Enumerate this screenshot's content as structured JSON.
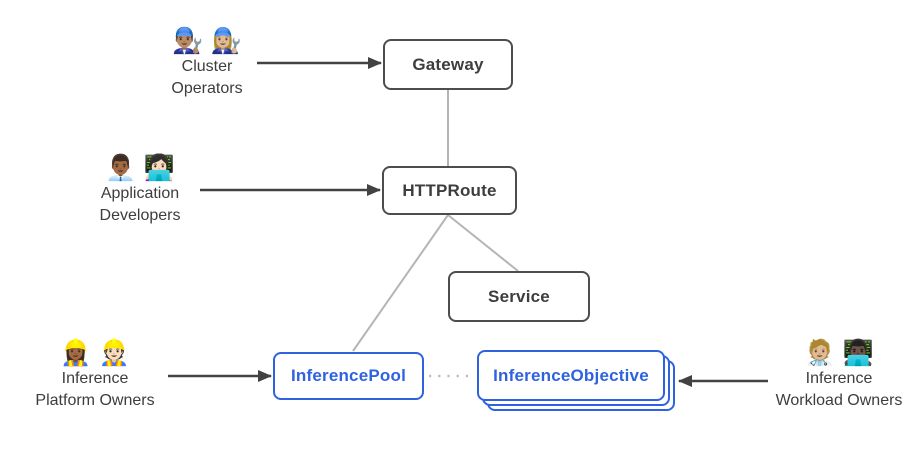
{
  "colors": {
    "resource_border": "#4d4d4d",
    "resource_text": "#3d3d3d",
    "inference_accent": "#2f62e0",
    "edge_gray": "#b5b5b5",
    "arrow_dark": "#424242",
    "background": "#ffffff"
  },
  "nodes": {
    "gateway": {
      "label": "Gateway"
    },
    "httproute": {
      "label": "HTTPRoute"
    },
    "service": {
      "label": "Service"
    },
    "inference_pool": {
      "label": "InferencePool"
    },
    "inference_objective": {
      "label": "InferenceObjective"
    }
  },
  "actors": {
    "cluster_operators": {
      "emoji": "👨🏽‍🔧 👩🏼‍🔧",
      "label_lines": [
        "Cluster",
        "Operators"
      ]
    },
    "application_developers": {
      "emoji": "👨🏾‍💼 👩🏻‍💻",
      "label_lines": [
        "Application",
        "Developers"
      ]
    },
    "inference_platform_owners": {
      "emoji": "👷🏾‍♀️ 👷🏻",
      "label_lines": [
        "Inference",
        "Platform Owners"
      ]
    },
    "inference_workload_owners": {
      "emoji": "🧑🏼‍⚕️ 👨🏿‍💻",
      "label_lines": [
        "Inference",
        "Workload Owners"
      ]
    }
  }
}
